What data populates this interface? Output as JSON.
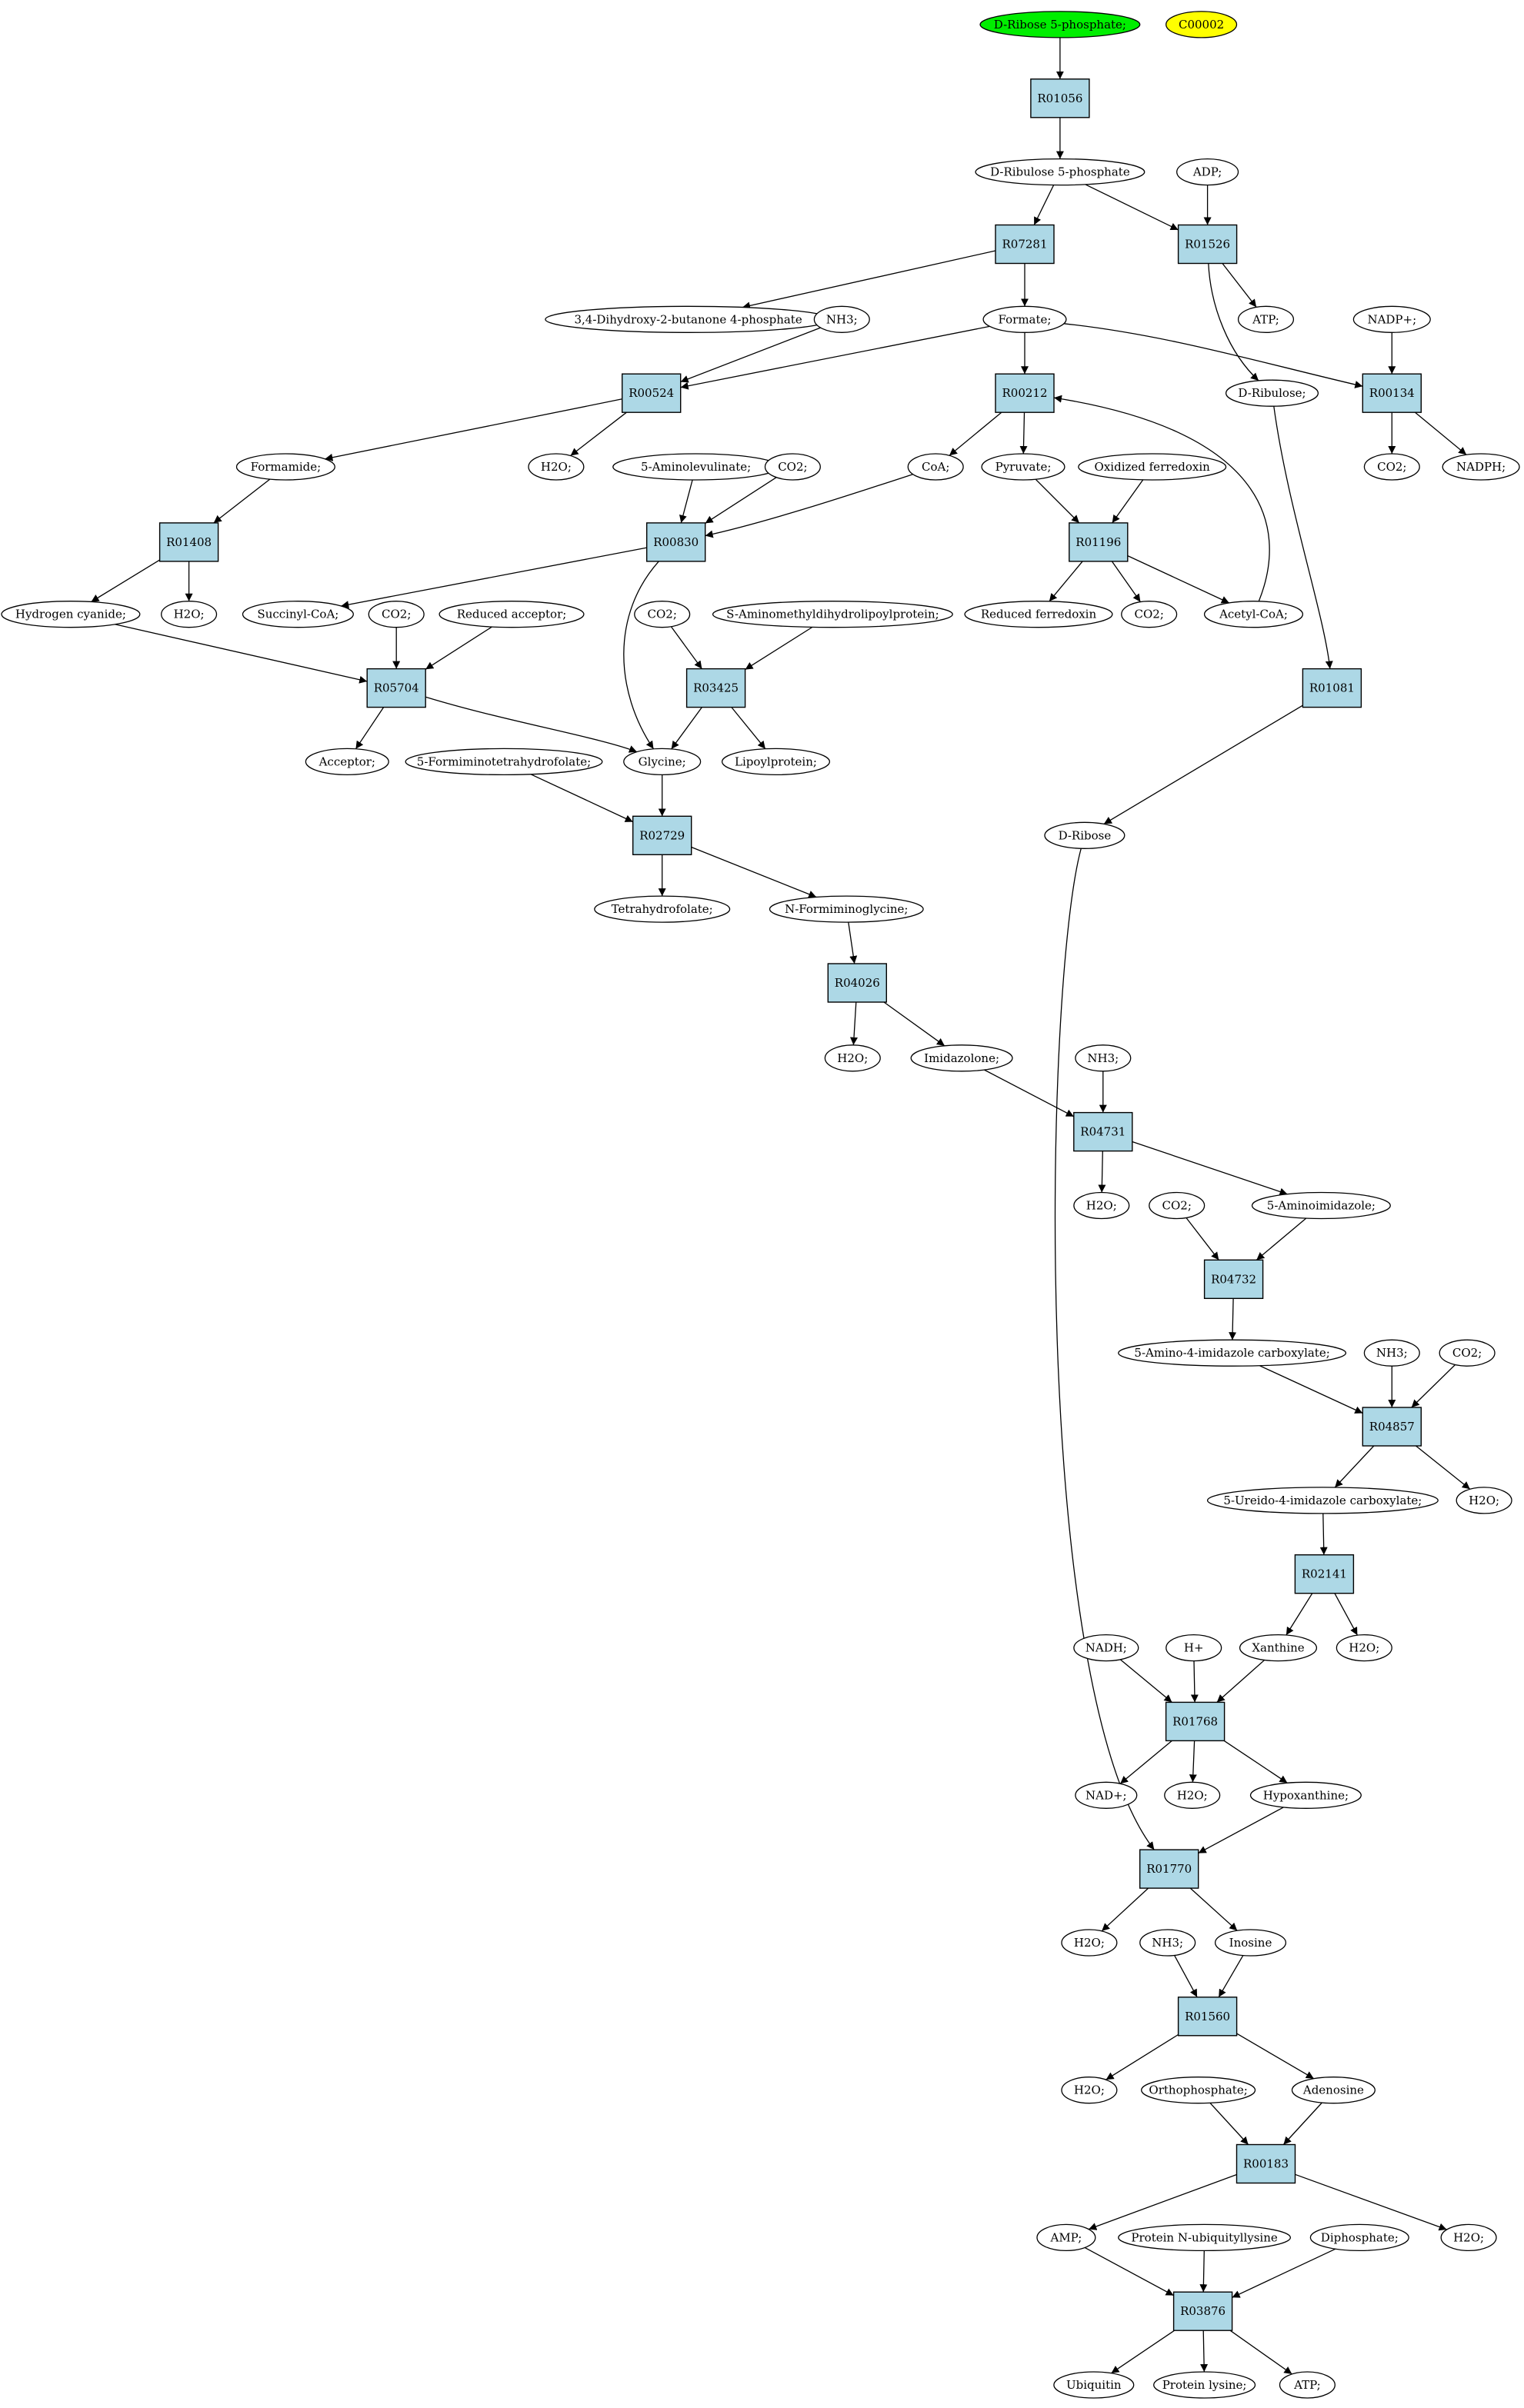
{
  "colors": {
    "reaction_fill": "#add8e6",
    "compound_fill": "#ffffff",
    "start_fill": "#00ee00",
    "highlight_fill": "#ffff00"
  },
  "reactions": {
    "R01056": "R01056",
    "R07281": "R07281",
    "R01526": "R01526",
    "R00524": "R00524",
    "R00212": "R00212",
    "R00134": "R00134",
    "R01408": "R01408",
    "R00830": "R00830",
    "R01196": "R01196",
    "R05704": "R05704",
    "R03425": "R03425",
    "R01081": "R01081",
    "R02729": "R02729",
    "R04026": "R04026",
    "R04731": "R04731",
    "R04732": "R04732",
    "R04857": "R04857",
    "R02141": "R02141",
    "R01768": "R01768",
    "R01770": "R01770",
    "R01560": "R01560",
    "R00183": "R00183",
    "R03876": "R03876"
  },
  "compounds": {
    "d_ribose_5p": "D-Ribose 5-phosphate;",
    "c00002": "C00002",
    "d_ribulose_5p": "D-Ribulose 5-phosphate",
    "adp": "ADP;",
    "dihydroxy_butanone": "3,4-Dihydroxy-2-butanone 4-phosphate",
    "nh3_1": "NH3;",
    "formate": "Formate;",
    "atp_1": "ATP;",
    "nadp": "NADP+;",
    "d_ribulose": "D-Ribulose;",
    "formamide": "Formamide;",
    "h2o_1": "H2O;",
    "aminolevulinate": "5-Aminolevulinate;",
    "co2_1": "CO2;",
    "coa": "CoA;",
    "pyruvate": "Pyruvate;",
    "ox_ferredoxin": "Oxidized ferredoxin",
    "co2_2": "CO2;",
    "nadph": "NADPH;",
    "hydrogen_cyanide": "Hydrogen cyanide;",
    "h2o_2": "H2O;",
    "succinyl_coa": "Succinyl-CoA;",
    "co2_3": "CO2;",
    "reduced_acceptor": "Reduced acceptor;",
    "co2_4": "CO2;",
    "s_aminomethyl": "S-Aminomethyldihydrolipoylprotein;",
    "reduced_ferredoxin": "Reduced ferredoxin",
    "co2_5": "CO2;",
    "acetyl_coa": "Acetyl-CoA;",
    "acceptor": "Acceptor;",
    "formiminotetrahydrofolate": "5-Formiminotetrahydrofolate;",
    "glycine": "Glycine;",
    "lipoylprotein": "Lipoylprotein;",
    "d_ribose": "D-Ribose",
    "tetrahydrofolate": "Tetrahydrofolate;",
    "n_formiminoglycine": "N-Formiminoglycine;",
    "h2o_3": "H2O;",
    "imidazolone": "Imidazolone;",
    "nh3_2": "NH3;",
    "h2o_4": "H2O;",
    "co2_6": "CO2;",
    "aminoimidazole": "5-Aminoimidazole;",
    "amino_imidazole_carboxylate": "5-Amino-4-imidazole carboxylate;",
    "nh3_3": "NH3;",
    "co2_7": "CO2;",
    "ureido_imidazole_carboxylate": "5-Ureido-4-imidazole carboxylate;",
    "h2o_5": "H2O;",
    "nadh": "NADH;",
    "h_plus": "H+",
    "xanthine": "Xanthine",
    "h2o_6": "H2O;",
    "nad_plus": "NAD+;",
    "h2o_7": "H2O;",
    "hypoxanthine": "Hypoxanthine;",
    "h2o_8": "H2O;",
    "nh3_4": "NH3;",
    "inosine": "Inosine",
    "h2o_9": "H2O;",
    "orthophosphate": "Orthophosphate;",
    "adenosine": "Adenosine",
    "amp": "AMP;",
    "protein_ubiquityllysine": "Protein N-ubiquityllysine",
    "diphosphate": "Diphosphate;",
    "h2o_10": "H2O;",
    "ubiquitin": "Ubiquitin",
    "protein_lysine": "Protein lysine;",
    "atp_2": "ATP;"
  }
}
